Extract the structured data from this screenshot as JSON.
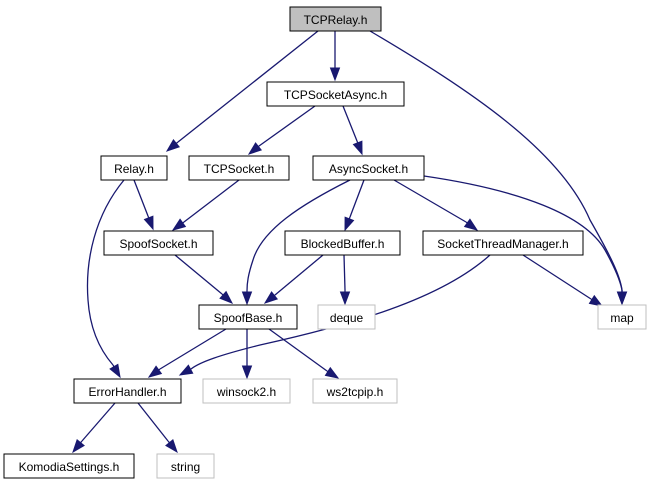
{
  "graph": {
    "type": "include-dependency-graph",
    "colors": {
      "edge": "#191970",
      "root_fill": "#bfbfbf",
      "node_border": "#000000",
      "external_border": "#bfbfbf"
    },
    "nodes": [
      {
        "id": "tcprelay",
        "label": "TCPRelay.h",
        "kind": "root"
      },
      {
        "id": "tcpsocketasync",
        "label": "TCPSocketAsync.h",
        "kind": "local"
      },
      {
        "id": "relay",
        "label": "Relay.h",
        "kind": "local"
      },
      {
        "id": "tcpsocket",
        "label": "TCPSocket.h",
        "kind": "local"
      },
      {
        "id": "asyncsocket",
        "label": "AsyncSocket.h",
        "kind": "local"
      },
      {
        "id": "spoofsocket",
        "label": "SpoofSocket.h",
        "kind": "local"
      },
      {
        "id": "blockedbuffer",
        "label": "BlockedBuffer.h",
        "kind": "local"
      },
      {
        "id": "socketthreadmanager",
        "label": "SocketThreadManager.h",
        "kind": "local"
      },
      {
        "id": "spoofbase",
        "label": "SpoofBase.h",
        "kind": "local"
      },
      {
        "id": "deque",
        "label": "deque",
        "kind": "external"
      },
      {
        "id": "map",
        "label": "map",
        "kind": "external"
      },
      {
        "id": "errorhandler",
        "label": "ErrorHandler.h",
        "kind": "local"
      },
      {
        "id": "winsock2",
        "label": "winsock2.h",
        "kind": "external"
      },
      {
        "id": "ws2tcpip",
        "label": "ws2tcpip.h",
        "kind": "external"
      },
      {
        "id": "komodiasettings",
        "label": "KomodiaSettings.h",
        "kind": "local"
      },
      {
        "id": "string",
        "label": "string",
        "kind": "external"
      }
    ],
    "edges": [
      {
        "from": "tcprelay",
        "to": "tcpsocketasync"
      },
      {
        "from": "tcprelay",
        "to": "relay"
      },
      {
        "from": "tcprelay",
        "to": "map"
      },
      {
        "from": "tcpsocketasync",
        "to": "tcpsocket"
      },
      {
        "from": "tcpsocketasync",
        "to": "asyncsocket"
      },
      {
        "from": "relay",
        "to": "spoofsocket"
      },
      {
        "from": "relay",
        "to": "errorhandler"
      },
      {
        "from": "tcpsocket",
        "to": "spoofsocket"
      },
      {
        "from": "asyncsocket",
        "to": "spoofbase"
      },
      {
        "from": "asyncsocket",
        "to": "blockedbuffer"
      },
      {
        "from": "asyncsocket",
        "to": "socketthreadmanager"
      },
      {
        "from": "asyncsocket",
        "to": "map"
      },
      {
        "from": "spoofsocket",
        "to": "spoofbase"
      },
      {
        "from": "blockedbuffer",
        "to": "spoofbase"
      },
      {
        "from": "blockedbuffer",
        "to": "deque"
      },
      {
        "from": "socketthreadmanager",
        "to": "map"
      },
      {
        "from": "socketthreadmanager",
        "to": "errorhandler"
      },
      {
        "from": "spoofbase",
        "to": "errorhandler"
      },
      {
        "from": "spoofbase",
        "to": "winsock2"
      },
      {
        "from": "spoofbase",
        "to": "ws2tcpip"
      },
      {
        "from": "errorhandler",
        "to": "komodiasettings"
      },
      {
        "from": "errorhandler",
        "to": "string"
      }
    ]
  }
}
